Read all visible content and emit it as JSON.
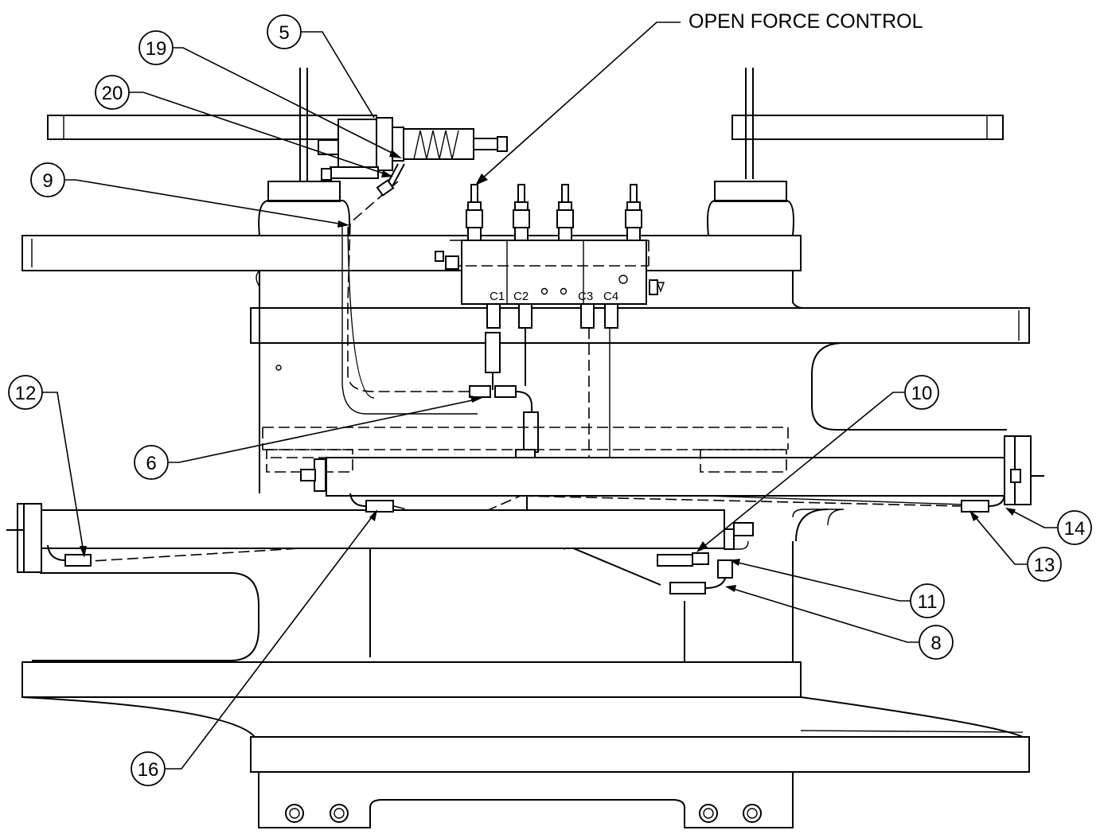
{
  "callout_label": "OPEN FORCE CONTROL",
  "port_labels": [
    "C1",
    "C2",
    "C3",
    "C4"
  ],
  "balloons": [
    {
      "id": "5",
      "label": "5"
    },
    {
      "id": "19",
      "label": "19"
    },
    {
      "id": "20",
      "label": "20"
    },
    {
      "id": "9",
      "label": "9"
    },
    {
      "id": "12",
      "label": "12"
    },
    {
      "id": "6",
      "label": "6"
    },
    {
      "id": "10",
      "label": "10"
    },
    {
      "id": "14",
      "label": "14"
    },
    {
      "id": "13",
      "label": "13"
    },
    {
      "id": "11",
      "label": "11"
    },
    {
      "id": "8",
      "label": "8"
    },
    {
      "id": "16",
      "label": "16"
    }
  ]
}
